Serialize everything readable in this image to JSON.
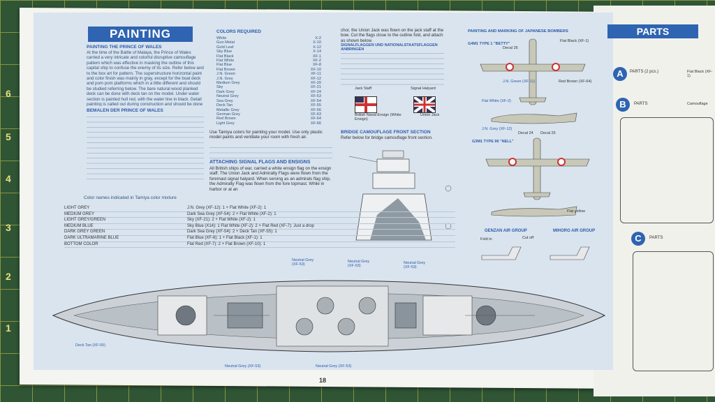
{
  "ruler_numbers": [
    "1",
    "2",
    "3",
    "4",
    "5",
    "6"
  ],
  "left_page": {
    "title": "PAINTING",
    "sec_wales": "PAINTING THE PRINCE OF WALES",
    "wales_text": "At the time of the Battle of Malaya, the Prince of Wales carried a very intricate and colorful disruptive camouflage pattern which was effective in masking the outline of this capital ship to confuse the enemy of its size. Refer below and to the box art for pattern. The superstructure horizontal paint and color finish was mainly in gray, except for the boat deck and pom pom platforms which in a little different and should be studied referring below. The bare natural wood planked deck can be done with deck tan on the model. Under water section is painted hull red, with the water line in black. Detail painting is called out during construction and should be done at that time.",
    "sec_bemalen": "BEMALEN DER PRINCE OF WALES",
    "colors_required": "COLORS REQUIRED",
    "colors": [
      {
        "name": "White",
        "code": "X-2"
      },
      {
        "name": "Gun Metal",
        "code": "X-10"
      },
      {
        "name": "Gold Leaf",
        "code": "X-12"
      },
      {
        "name": "Sky Blue",
        "code": "X-14"
      },
      {
        "name": "Flat Black",
        "code": "XF-1"
      },
      {
        "name": "Flat White",
        "code": "XF-2"
      },
      {
        "name": "Flat Blue",
        "code": "XF-8"
      },
      {
        "name": "Flat Brown",
        "code": "XF-10"
      },
      {
        "name": "J.N. Green",
        "code": "XF-11"
      },
      {
        "name": "J.N. Grey",
        "code": "XF-12"
      },
      {
        "name": "Medium Grey",
        "code": "XF-20"
      },
      {
        "name": "Sky",
        "code": "XF-21"
      },
      {
        "name": "Dark Grey",
        "code": "XF-24"
      },
      {
        "name": "Neutral Grey",
        "code": "XF-53"
      },
      {
        "name": "Sea Grey",
        "code": "XF-54"
      },
      {
        "name": "Deck Tan",
        "code": "XF-55"
      },
      {
        "name": "Metallic Grey",
        "code": "XF-56"
      },
      {
        "name": "German Grey",
        "code": "XF-63"
      },
      {
        "name": "Red Brown",
        "code": "XF-64"
      },
      {
        "name": "Light Grey",
        "code": "XF-66"
      }
    ],
    "tamiya_note": "Use Tamiya colors for painting your model. Use only plastic model paints and ventilate your room with fresh air.",
    "sec_signal": "ATTACHING SIGNAL FLAGS AND ENSIGNS",
    "signal_text": "All British ships of war, carried a white ensign flag on the ensign staff. The Union Jack and Admiralty Flags were flown from the foremast signal halyard. When serving as an admirals flag ship, the Admiralty Flag was flown from the fore topmast. While in harbor or at an",
    "mix_caption": "Color names indicated in Tamiya color mixture",
    "mixtures": [
      {
        "name": "LIGHT GREY",
        "mix": "J.N. Grey (XF-12): 1 + Flat White (XF-2): 1"
      },
      {
        "name": "MEDIUM GREY",
        "mix": "Dark Sea Grey (XF-54): 2 + Flat White (XF-2): 1"
      },
      {
        "name": "LIGHT GREY/GREEN",
        "mix": "Sky (XF-21): 2 + Flat White (XF-2): 1"
      },
      {
        "name": "MEDIUM BLUE",
        "mix": "Sky Blue (X14): 1 Flat White (XF-2): 2 + Flat Red (XF-7): Just a drop"
      },
      {
        "name": "DARK GREY GREEN",
        "mix": "Dark Sea Grey (XF-54): 2 + Deck Tan (XF-55): 1"
      },
      {
        "name": "DARK ULTRAMARINE BLUE",
        "mix": "Flat Blue (XF-8): 1 + Flat Black (XF-1): 1"
      },
      {
        "name": "BOTTOM COLOR",
        "mix": "Flat Red (XF-7): 2 + Flat Brown (XF-10): 1"
      }
    ],
    "ship_labels": {
      "deck_tan": "Deck Tan (XF-55)",
      "neutral_grey": "Neutral Grey (XF-53)",
      "neutral_grey2": "Neutral Grey (XF-53)",
      "neutral_grey3": "Neutral Grey (XF-53)",
      "neutral_grey_b1": "Neutral Grey (XF-53)",
      "neutral_grey_b2": "Neutral Grey (XF-53)"
    },
    "page_number": "18"
  },
  "middle": {
    "union_jack_text": "chor, the Union Jack was flown on the jack staff at the bow. Cut the flags close to the outline fold, and attach as shown below.",
    "sec_signal_de": "SIGNALFLAGGEN UND NATIONALSTAATSFLAGGEN ANBRINGEN",
    "jack_staff": "Jack Staff",
    "signal_halyard": "Signal Halyard",
    "ensign_label": "British Naval Ensign (White Ensign)",
    "union_label": "Union Jack",
    "sec_bridge": "BRIDGE CAMOUFLAGE FRONT SECTION",
    "bridge_text": "Refer below for bridge camouflage front section."
  },
  "planes": {
    "title": "PAINTING AND MARKING OF JAPANESE BOMBERS",
    "g4m1": "G4M1 TYPE 1 \"BETTY\"",
    "g3m1": "G3M1 TYPE 96 \"NELL\"",
    "genzan": "GENZAN AIR GROUP",
    "mihoro": "MIHORO AIR GROUP",
    "flat_black": "Flat Black (XF-1)",
    "jn_green": "J.N. Green (XF-11)",
    "red_brown": "Red Brown (XF-64)",
    "flat_white": "Flat White (XF-2)",
    "jn_grey": "J.N. Grey (XF-12)",
    "decal_24": "Decal 24",
    "decal_25": "Decal 25",
    "decal_26": "Decal 26",
    "flat_yellow": "Flat yellow",
    "fold_in": "Fold in",
    "cut_off": "Cut off"
  },
  "right_page": {
    "title": "PARTS",
    "a_label": "A",
    "a_parts": "PARTS (2 pcs.)",
    "b_label": "B",
    "b_parts": "PARTS",
    "c_label": "C",
    "c_parts": "PARTS",
    "flat_black": "Flat Black (XF-1)",
    "camouflage": "Camouflage"
  }
}
